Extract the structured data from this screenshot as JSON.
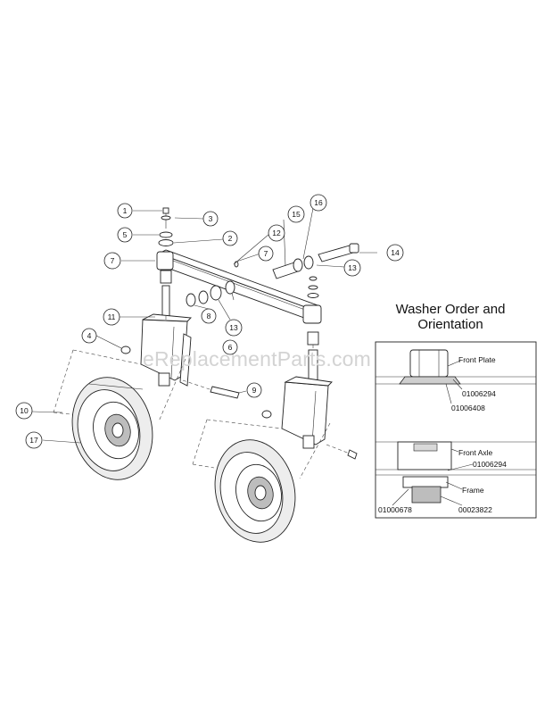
{
  "watermark": "eReplacementParts.com",
  "callouts": [
    "1",
    "2",
    "3",
    "4",
    "5",
    "6",
    "7",
    "7",
    "8",
    "9",
    "10",
    "11",
    "12",
    "13",
    "13",
    "14",
    "15",
    "16",
    "17"
  ],
  "inset": {
    "title_line1": "Washer Order and",
    "title_line2": "Orientation",
    "labels": {
      "front_plate": "Front Plate",
      "p01006294_top": "01006294",
      "p01006408": "01006408",
      "front_axle": "Front Axle",
      "p01006294_mid": "01006294",
      "frame": "Frame",
      "p01000678": "01000678",
      "p00023822": "00023822"
    }
  }
}
